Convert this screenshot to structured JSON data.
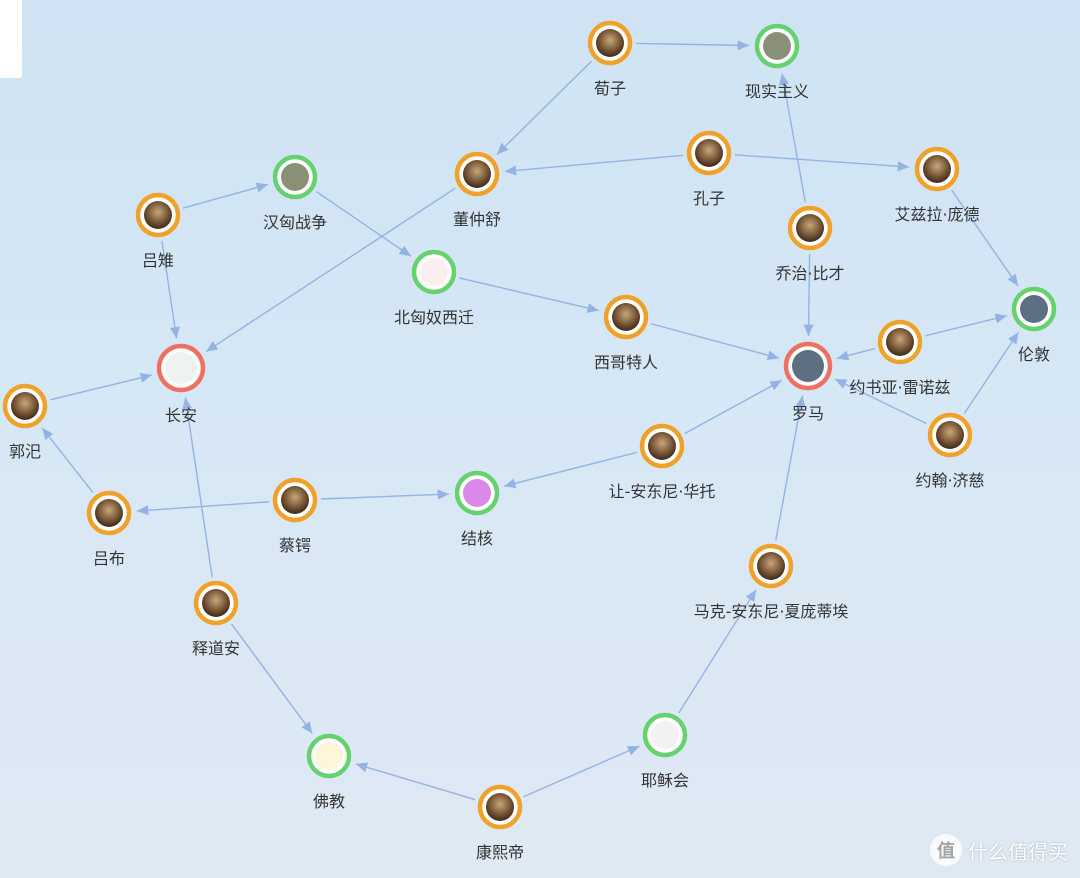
{
  "colors": {
    "person": "#f0a12a",
    "concept": "#66d26f",
    "city": "#ee7062",
    "edge": "#93b3e4"
  },
  "nodes": [
    {
      "id": "xunzi",
      "label": "荀子",
      "type": "person",
      "icon": "portrait-icon"
    },
    {
      "id": "realism",
      "label": "现实主义",
      "type": "concept",
      "icon": "artwork-icon"
    },
    {
      "id": "kongzi",
      "label": "孔子",
      "type": "person",
      "icon": "portrait-icon"
    },
    {
      "id": "dongzhongshu",
      "label": "董仲舒",
      "type": "person",
      "icon": "portrait-icon"
    },
    {
      "id": "pound",
      "label": "艾兹拉·庞德",
      "type": "person",
      "icon": "portrait-icon"
    },
    {
      "id": "hanxiongnu",
      "label": "汉匈战争",
      "type": "concept",
      "icon": "artwork-icon"
    },
    {
      "id": "luzhi",
      "label": "吕雉",
      "type": "person",
      "icon": "portrait-icon"
    },
    {
      "id": "bizet",
      "label": "乔治·比才",
      "type": "person",
      "icon": "portrait-icon"
    },
    {
      "id": "beixiongnu",
      "label": "北匈奴西迁",
      "type": "concept",
      "icon": "calendar-icon"
    },
    {
      "id": "london",
      "label": "伦敦",
      "type": "concept",
      "icon": "cityscape-icon"
    },
    {
      "id": "xigote",
      "label": "西哥特人",
      "type": "person",
      "icon": "portrait-icon"
    },
    {
      "id": "reynolds",
      "label": "约书亚·雷诺兹",
      "type": "person",
      "icon": "portrait-icon"
    },
    {
      "id": "changan",
      "label": "长安",
      "type": "city",
      "icon": "map-icon"
    },
    {
      "id": "rome",
      "label": "罗马",
      "type": "city",
      "icon": "cityscape-icon"
    },
    {
      "id": "guosi",
      "label": "郭汜",
      "type": "person",
      "icon": "portrait-icon"
    },
    {
      "id": "zoffany",
      "label": "约翰·济慈",
      "type": "person",
      "icon": "portrait-icon"
    },
    {
      "id": "watteau",
      "label": "让-安东尼·华托",
      "type": "person",
      "icon": "portrait-icon"
    },
    {
      "id": "tuberculosis",
      "label": "结核",
      "type": "concept",
      "icon": "bacteria-icon"
    },
    {
      "id": "caie",
      "label": "蔡锷",
      "type": "person",
      "icon": "portrait-icon"
    },
    {
      "id": "lubu",
      "label": "吕布",
      "type": "person",
      "icon": "portrait-icon"
    },
    {
      "id": "duplessis",
      "label": "马克-安东尼·夏庞蒂埃",
      "type": "person",
      "icon": "portrait-icon"
    },
    {
      "id": "shidaoan",
      "label": "释道安",
      "type": "person",
      "icon": "portrait-icon"
    },
    {
      "id": "buddhism",
      "label": "佛教",
      "type": "concept",
      "icon": "dharma-wheel-icon"
    },
    {
      "id": "jesuits",
      "label": "耶稣会",
      "type": "concept",
      "icon": "sunburst-emblem-icon"
    },
    {
      "id": "kangxi",
      "label": "康熙帝",
      "type": "person",
      "icon": "portrait-icon"
    }
  ],
  "edges": [
    {
      "from": "xunzi",
      "to": "realism"
    },
    {
      "from": "xunzi",
      "to": "dongzhongshu"
    },
    {
      "from": "kongzi",
      "to": "dongzhongshu"
    },
    {
      "from": "kongzi",
      "to": "pound"
    },
    {
      "from": "pound",
      "to": "london"
    },
    {
      "from": "bizet",
      "to": "realism"
    },
    {
      "from": "bizet",
      "to": "rome"
    },
    {
      "from": "luzhi",
      "to": "hanxiongnu"
    },
    {
      "from": "luzhi",
      "to": "changan"
    },
    {
      "from": "hanxiongnu",
      "to": "beixiongnu"
    },
    {
      "from": "dongzhongshu",
      "to": "changan"
    },
    {
      "from": "beixiongnu",
      "to": "xigote"
    },
    {
      "from": "xigote",
      "to": "rome"
    },
    {
      "from": "reynolds",
      "to": "london"
    },
    {
      "from": "reynolds",
      "to": "rome"
    },
    {
      "from": "zoffany",
      "to": "london"
    },
    {
      "from": "zoffany",
      "to": "rome"
    },
    {
      "from": "guosi",
      "to": "changan"
    },
    {
      "from": "lubu",
      "to": "guosi"
    },
    {
      "from": "caie",
      "to": "lubu"
    },
    {
      "from": "caie",
      "to": "tuberculosis"
    },
    {
      "from": "watteau",
      "to": "tuberculosis"
    },
    {
      "from": "watteau",
      "to": "rome"
    },
    {
      "from": "duplessis",
      "to": "rome"
    },
    {
      "from": "shidaoan",
      "to": "changan"
    },
    {
      "from": "shidaoan",
      "to": "buddhism"
    },
    {
      "from": "kangxi",
      "to": "buddhism"
    },
    {
      "from": "kangxi",
      "to": "jesuits"
    },
    {
      "from": "jesuits",
      "to": "duplessis"
    }
  ],
  "watermark": {
    "text": "什么值得买",
    "logo": "值"
  }
}
